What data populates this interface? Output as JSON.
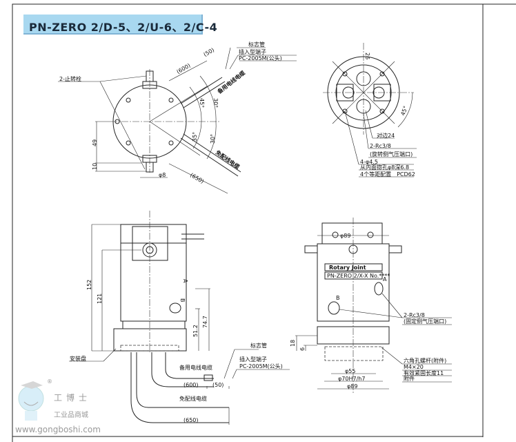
{
  "title": "PN-ZERO 2/D-5、2/U-6、2/C-4",
  "top_view": {
    "anti_rotation_pin": "2-止转栓",
    "marker_tube": "标志管",
    "insert_terminal": "插入型端子",
    "terminal_model": "PC-2005M(公头)",
    "spare_cable": "备用电线电缆",
    "wiring_free_cable": "免配线电缆",
    "dim_600": "(600)",
    "dim_50": "(50)",
    "dim_650": "(650)",
    "dim_45deg": "45°",
    "dim_30deg_a": "30°",
    "dim_35deg": "35°",
    "dim_30deg_b": "30°",
    "dim_49": "49",
    "dim_10": "10",
    "dim_phi8": "φ8"
  },
  "end_view": {
    "dim_26": "26",
    "dim_45deg": "45°",
    "across_flats": "对边24",
    "port_label": "2-Rc3/8",
    "port_desc": "(旋转侧气压端口)",
    "holes": "4-φ4.5",
    "counterbore": "从内面锪孔φ8深6.8",
    "pcd": "4个等距配置　PCD62"
  },
  "side_view": {
    "dim_152": "152",
    "dim_121": "121",
    "dim_74_7": "74.7",
    "dim_51_2": "51.2",
    "mount_plate": "安装盘",
    "marker_tube": "标志管",
    "insert_terminal": "插入型端子",
    "terminal_model": "PC-2005M(公头)",
    "spare_cable": "备用电线电缆",
    "wiring_free_cable": "免配线电缆",
    "dim_600": "(600)",
    "dim_50": "(50)",
    "dim_650": "(650)",
    "port_a": "A",
    "port_b": "B"
  },
  "front_view": {
    "dim_phi89_top": "φ89",
    "nameplate_brand": "Rotary Joint",
    "nameplate_model": "PN-ZERO 2/X-X No.****",
    "port_a": "A",
    "port_b": "B",
    "port_label": "2-Rc3/8",
    "port_desc": "(固定侧气压端口)",
    "bolt_title": "六角孔螺杆(附件)",
    "bolt_size": "M4×20",
    "bolt_len": "有效紧固长度11",
    "bolt_note": "附件",
    "dim_18": "18",
    "dim_6": "6",
    "dim_phi55": "φ55",
    "dim_phi70": "φ70H7/h7",
    "dim_phi89_bottom": "φ89"
  },
  "watermark": {
    "brand": "工博士",
    "sub": "工业品商城",
    "url": "www.gongboshi.com",
    "reg": "®"
  }
}
